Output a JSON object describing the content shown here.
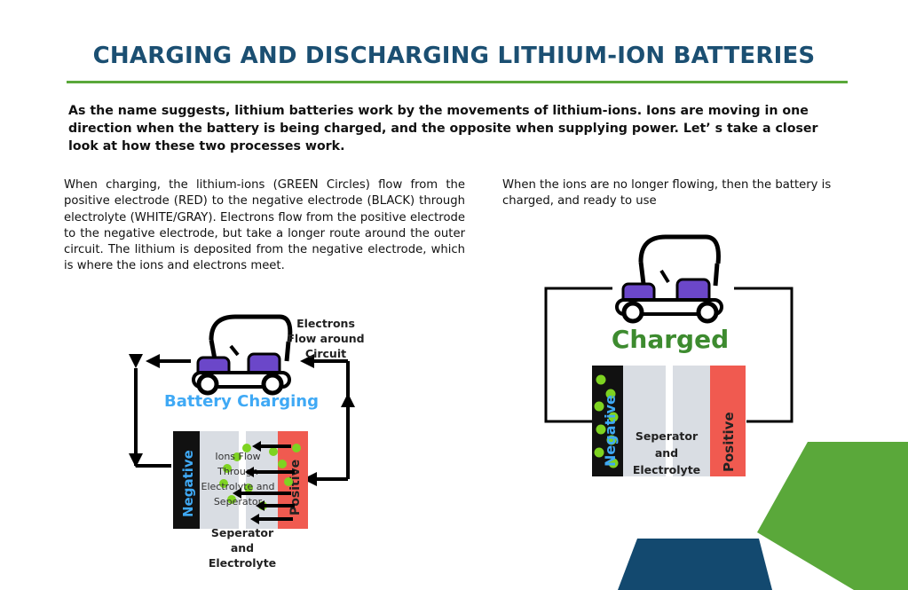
{
  "title": "CHARGING AND DISCHARGING LITHIUM-ION BATTERIES",
  "intro": "As the name suggests, lithium batteries work by the movements of lithium-ions. Ions are moving in one direction when the battery is being charged, and the opposite when supplying power. Let’ s take a closer look at how these two processes work.",
  "left_text": "When charging, the lithium-ions (GREEN Circles) flow from the positive electrode (RED) to the negative electrode (BLACK) through electrolyte (WHITE/GRAY). Electrons flow from the positive electrode to the negative electrode, but take a longer route around the outer circuit. The lithium is deposited from the negative electrode, which is where the ions and electrons meet.",
  "right_text": "When the ions are no longer flowing, then the battery is charged, and ready to use",
  "charging_diagram": {
    "heading": "Battery Charging",
    "electrons_label": [
      "Electrons",
      "Flow around",
      "Circuit"
    ],
    "negative_label": "Negative",
    "positive_label": "Positive",
    "ions_label": [
      "Ions Flow",
      "Through",
      "Electrolyte and",
      "Seperator"
    ],
    "bottom_label": [
      "Seperator",
      "and",
      "Electrolyte"
    ]
  },
  "charged_diagram": {
    "heading": "Charged",
    "negative_label": "Negative",
    "positive_label": "Positive",
    "middle_label": [
      "Seperator",
      "and",
      "Electrolyte"
    ]
  },
  "colors": {
    "title": "#1b4f72",
    "rule": "#5aa83a",
    "heading_blue": "#3fa9f5",
    "heading_green": "#3d8b2f",
    "positive_red": "#f05a50",
    "ion_green": "#7ed321",
    "cart_purple": "#6b47c9",
    "deco_green": "#5aa83a",
    "deco_navy": "#13496f"
  }
}
